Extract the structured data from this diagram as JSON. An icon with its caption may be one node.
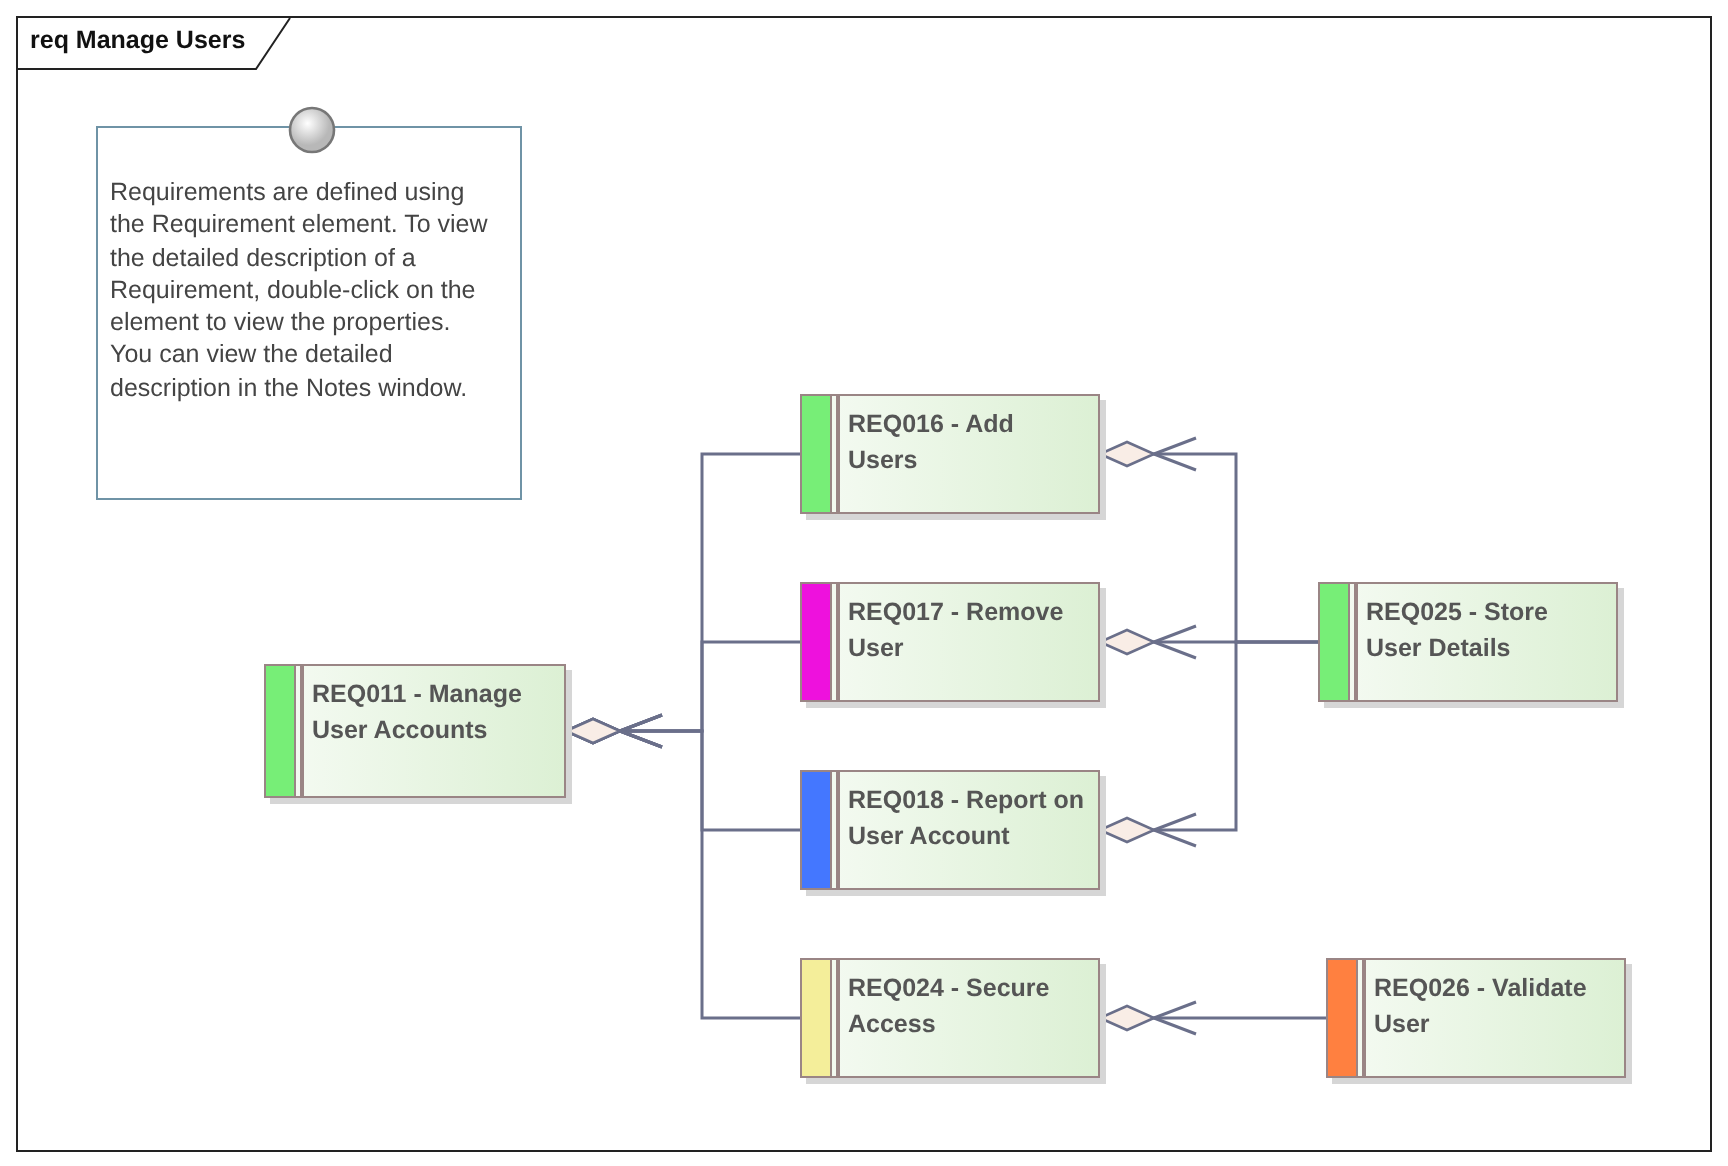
{
  "diagram": {
    "title": "req Manage Users",
    "nodes": [
      {
        "text": [
          "Requirements are defined using the Requirement element.  To view the detailed description of a Requirement, double-click on the element to view the properties. You can view the detailed description in the Notes window."
        ]
      },
      {
        "text": [
          "REQ011 - Manage User Accounts"
        ]
      },
      {
        "text": [
          "REQ016 - Add Users"
        ]
      },
      {
        "text": [
          "REQ017 - Remove User"
        ]
      },
      {
        "text": [
          "REQ018 - Report on User Account"
        ]
      },
      {
        "text": [
          "REQ024 - Secure Access"
        ]
      },
      {
        "text": [
          "REQ025 - Store User Details"
        ]
      },
      {
        "text": [
          "REQ026 - Validate User"
        ]
      }
    ],
    "edges": [
      {
        "from": 2,
        "to": 1,
        "arrow": "to"
      },
      {
        "from": 3,
        "to": 1,
        "arrow": "to"
      },
      {
        "from": 4,
        "to": 1,
        "arrow": "to"
      },
      {
        "from": 5,
        "to": 1,
        "arrow": "to"
      },
      {
        "from": 6,
        "to": 2,
        "arrow": "to"
      },
      {
        "from": 6,
        "to": 3,
        "arrow": "to"
      },
      {
        "from": 6,
        "to": 4,
        "arrow": "to"
      },
      {
        "from": 7,
        "to": 5,
        "arrow": "to"
      }
    ]
  }
}
